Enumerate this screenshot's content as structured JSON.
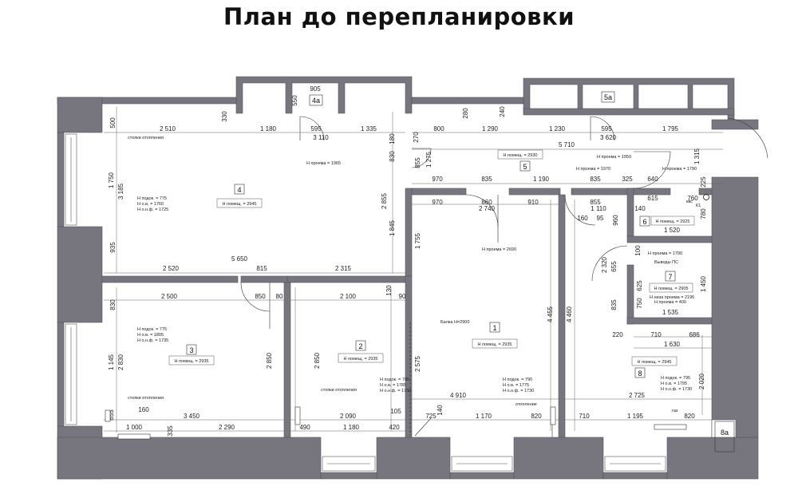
{
  "title": "План до перепланировки",
  "rooms": [
    {
      "num": "1",
      "h": "H помещ. = 2935"
    },
    {
      "num": "2",
      "h": "H помещ. = 2935"
    },
    {
      "num": "3",
      "h": "H помещ. = 2935"
    },
    {
      "num": "4",
      "h": "H помещ. = 2945"
    },
    {
      "num": "4a"
    },
    {
      "num": "5",
      "h": "H помещ. = 2930"
    },
    {
      "num": "5a"
    },
    {
      "num": "6",
      "h": "H помещ. = 2925"
    },
    {
      "num": "7",
      "h": "H помещ. = 2905"
    },
    {
      "num": "8",
      "h": "H помещ. = 2945"
    },
    {
      "num": "8a"
    }
  ],
  "notes": {
    "heating1": "стояки отопления",
    "heating2": "стояки отопления",
    "heating3": "стояки отопления",
    "heating4": "отопление",
    "beam": "Балка Н=2900",
    "vents": "Выводы ПС",
    "gas": "газ",
    "kvs": "квс",
    "k1": "К1",
    "hproema1": "Н проема = 1965",
    "hproema2": "Н проема = 1970",
    "hproema3": "Н проема = 1950",
    "hproema4": "Н проема = 1790",
    "hproema5": "Н проема = 2690",
    "hproema6": "Н проема = 1790",
    "hniz": "Н низа проема = 2195",
    "hproem400": "Н проема = 400",
    "w4a": "Н подок. = 775",
    "w4b": "Н о.в. = 1760",
    "w4c": "Н о.н.ф. = 1725",
    "w3a": "Н подок. = 775",
    "w3b": "Н о.в. = 1805",
    "w3c": "Н о.н.ф. = 1735",
    "w2a": "Н подок. = 785",
    "w2b": "Н о.в. = 1785",
    "w2c": "Н о.н.ф. = 1730",
    "w1a": "Н подок. = 790",
    "w1b": "Н о.в. = 1775",
    "w1c": "Н о.н.ф. = 1730",
    "w8a": "Н подок. = 795",
    "w8b": "Н о.в. = 1795",
    "w8c": "Н о.н.ф. = 1730"
  },
  "dims": {
    "d905": "905",
    "d550": "550",
    "d240": "240",
    "d280": "280",
    "d500": "500",
    "d2510": "2 510",
    "d330": "330",
    "d1180a": "1 180",
    "d595a": "595",
    "d1335": "1 335",
    "d3110": "3 110",
    "d180": "180",
    "d270": "270",
    "d800": "800",
    "d1290": "1 290",
    "d1230": "1 230",
    "d595b": "595",
    "d1795": "1 795",
    "d3620": "3 620",
    "d5710": "5 710",
    "d1315": "1 315",
    "d1750": "1 750",
    "d3185": "3 185",
    "d855a": "855",
    "d1275": "1 275",
    "d830a": "830",
    "d2855": "2 855",
    "d1845": "1 845",
    "d970a": "970",
    "d835a": "835",
    "d1190": "1 190",
    "d835b": "835",
    "d325": "325",
    "d640": "640",
    "d225": "225",
    "d970b": "970",
    "d860": "860",
    "d910": "910",
    "d2740": "2 740",
    "d855b": "855",
    "d615": "615",
    "d760": "760",
    "d1110": "1 110",
    "d140": "140",
    "d160": "160",
    "d95": "95",
    "d960": "960",
    "d780": "780",
    "d1520": "1 520",
    "d935": "935",
    "d1755": "1 755",
    "d2520": "2 520",
    "d815": "815",
    "d2315": "2 315",
    "d5650": "5 650",
    "d2320": "2 320",
    "d655": "655",
    "d100": "100",
    "d835c": "835",
    "d750": "750",
    "d625": "625",
    "d1450": "1 450",
    "d1535": "1 535",
    "d2500": "2 500",
    "d850": "850",
    "d80": "80",
    "d2100": "2 100",
    "d130": "130",
    "d90": "90",
    "d830b": "830",
    "d4455": "4 455",
    "d4460": "4 460",
    "d220": "220",
    "d710a": "710",
    "d686": "686",
    "d1630": "1 630",
    "d1145": "1 145",
    "d2830": "2 830",
    "d2850a": "2 850",
    "d2850b": "2 850",
    "d2575": "2 575",
    "d4910": "4 910",
    "d2725": "2 725",
    "d2020": "2 020",
    "d855c": "855",
    "d160b": "160",
    "d3450": "3 450",
    "d2090": "2 090",
    "d105": "105",
    "d725": "725",
    "d140b": "140",
    "d1170": "1 170",
    "d820a": "820",
    "d710b": "710",
    "d1195": "1 195",
    "d820b": "820",
    "d1000": "1 000",
    "d335": "335",
    "d2290": "2 290",
    "d490": "490",
    "d1180b": "1 180",
    "d420": "420"
  }
}
